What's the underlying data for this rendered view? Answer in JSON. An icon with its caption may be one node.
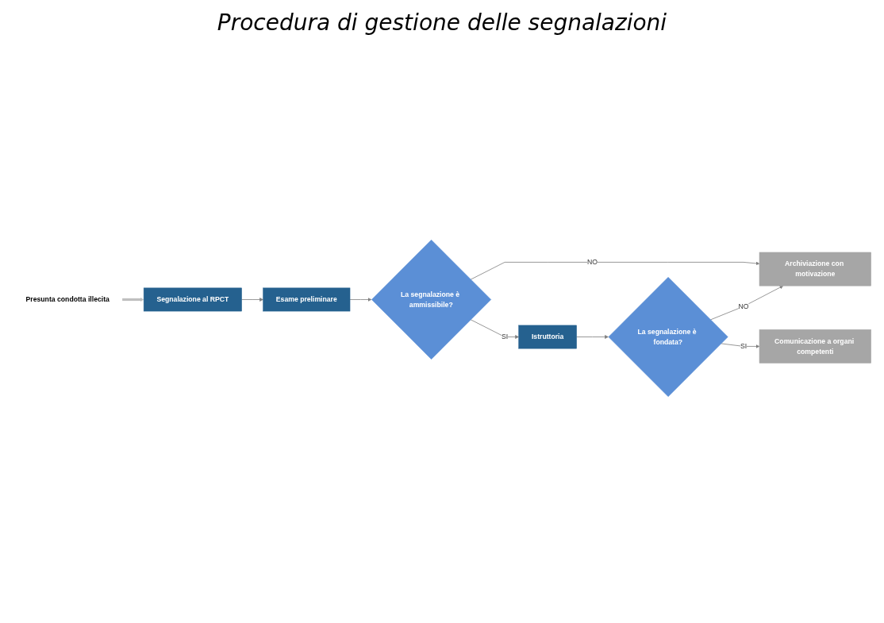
{
  "diagram": {
    "title": "Procedura di gestione delle segnalazioni",
    "nodes": [
      {
        "text": [
          "Presunta condotta illecita"
        ]
      },
      {
        "text": [
          "Segnalazione al RPCT"
        ]
      },
      {
        "text": [
          "Esame preliminare"
        ]
      },
      {
        "text": [
          "La segnalazione è ammissibile?"
        ]
      },
      {
        "text": [
          "Istruttoria"
        ]
      },
      {
        "text": [
          "Archiviazione con motivazione"
        ]
      },
      {
        "text": [
          "La segnalazione è fondata?"
        ]
      },
      {
        "text": [
          "Comunicazione a organi competenti"
        ]
      }
    ],
    "edges": [
      {
        "from": 0,
        "to": 1,
        "arrow": "to",
        "style": "thick",
        "color": "#bfbfbf"
      },
      {
        "from": 1,
        "to": 2,
        "arrow": "to"
      },
      {
        "from": 2,
        "to": 3,
        "arrow": "to"
      },
      {
        "from": 3,
        "to": 5,
        "arrow": "to",
        "label": "NO"
      },
      {
        "from": 3,
        "to": 4,
        "arrow": "to",
        "label": "SI"
      },
      {
        "from": 4,
        "to": 6,
        "arrow": "to"
      },
      {
        "from": 6,
        "to": 5,
        "arrow": "to",
        "label": "NO"
      },
      {
        "from": 6,
        "to": 7,
        "arrow": "to",
        "label": "SI"
      }
    ]
  }
}
